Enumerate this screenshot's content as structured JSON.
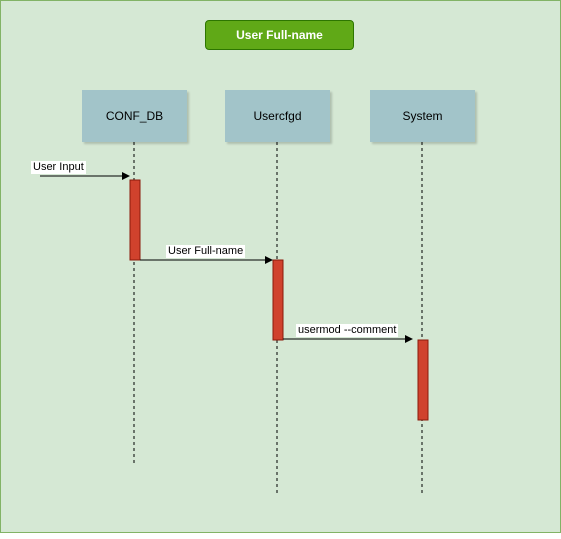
{
  "title": "User Full-name",
  "participants": [
    {
      "id": "conf_db",
      "label": "CONF_DB"
    },
    {
      "id": "usercfgd",
      "label": "Usercfgd"
    },
    {
      "id": "system",
      "label": "System"
    }
  ],
  "messages": [
    {
      "from": "external",
      "to": "conf_db",
      "label": "User Input"
    },
    {
      "from": "conf_db",
      "to": "usercfgd",
      "label": "User Full-name"
    },
    {
      "from": "usercfgd",
      "to": "system",
      "label": "usermod --comment"
    }
  ],
  "colors": {
    "background": "#d5e8d4",
    "border": "#82b366",
    "title_fill": "#60a917",
    "participant_fill": "#a2c4c9",
    "activation_fill": "#d0422d"
  }
}
